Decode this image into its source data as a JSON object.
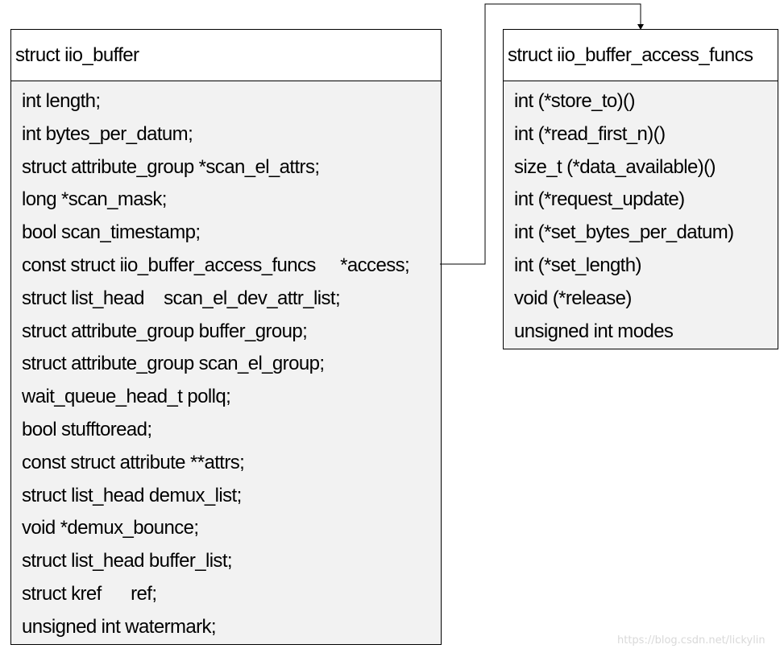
{
  "diagram": {
    "buffer_struct": {
      "title": "struct iio_buffer",
      "fields": [
        "int length;",
        "int bytes_per_datum;",
        "struct attribute_group *scan_el_attrs;",
        "long *scan_mask;",
        "bool scan_timestamp;",
        "const struct iio_buffer_access_funcs     *access;",
        "struct list_head    scan_el_dev_attr_list;",
        "struct attribute_group buffer_group;",
        "struct attribute_group scan_el_group;",
        "wait_queue_head_t pollq;",
        "bool stufftoread;",
        "const struct attribute **attrs;",
        "struct list_head demux_list;",
        "void *demux_bounce;",
        "struct list_head buffer_list;",
        "struct kref      ref;",
        "unsigned int watermark;"
      ]
    },
    "access_funcs_struct": {
      "title": "struct iio_buffer_access_funcs",
      "fields": [
        "int (*store_to)()",
        "int (*read_first_n)()",
        "size_t (*data_available)()",
        "int (*request_update)",
        "int (*set_bytes_per_datum)",
        "int (*set_length)",
        "void (*release)",
        "unsigned int modes"
      ]
    },
    "colors": {
      "box_fill": "#f2f2f2",
      "header_fill": "#ffffff",
      "border": "#000000",
      "connector": "#000000",
      "watermark": "#d9d9d9"
    }
  },
  "watermark": "https://blog.csdn.net/lickylin"
}
